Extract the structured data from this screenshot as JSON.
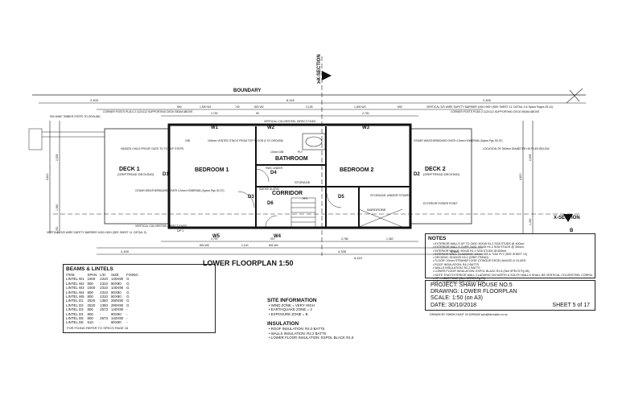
{
  "plan": {
    "title": "LOWER FLOORPLAN 1:50",
    "boundary_label": "BOUNDARY",
    "x_section_top": "X-SECTION",
    "x_section_top_letter": "A",
    "x_section_right": "X-SECTION",
    "x_section_right_letter": "B",
    "rooms": {
      "bedroom1": "BEDROOM 1",
      "bedroom2": "BEDROOM 2",
      "bathroom": "BATHROOM",
      "corridor": "CORRIDOR",
      "deck1": "DECK 1",
      "deck1_sub": "(GRIPTREAD DECKING)",
      "deck2": "DECK 2",
      "deck2_sub": "(GRIPTREAD DECKING)",
      "storage": "STORAGE",
      "storage_under_stairs": "STORAGE UNDER STAIRS",
      "wardrobe": "WARDROBE"
    },
    "windows": [
      "W1",
      "W2",
      "W3",
      "W4",
      "W5"
    ],
    "doors": [
      "D1",
      "D2",
      "D3",
      "D4",
      "D5",
      "D6"
    ],
    "dims_top_outer": [
      "2,400",
      "6,115",
      "2,400"
    ],
    "dims_top_windows": [
      "690",
      "1,500 W1",
      "740",
      "800 W2",
      "2,105",
      "1,500 W3",
      "690"
    ],
    "dims_top_inner": [
      "2,700",
      "90",
      "2,730"
    ],
    "dims_bottom_windows": [
      "800 W5",
      "1,140",
      "800 W4"
    ],
    "dims_bottom_inner": [
      "2,700",
      "907",
      "2,786",
      "1,362"
    ],
    "dims_bottom_outer": [
      "2,400",
      "4,335",
      "6,115",
      "2,400"
    ],
    "dims_left": [
      "4,800",
      "2,535",
      "1,560",
      "1,030"
    ],
    "dims_right": [
      "4,800",
      "2,635",
      "1,060"
    ],
    "annotations": {
      "steps_left": "900 WIDE TIMBER STEPS TO GROUND",
      "corner_posts_left": "CORNER POSTS PL/8-0.2 112X112 SUPPORTING DECK BEAM ABOVE",
      "corner_posts_right": "CORNER POSTS PL8/0.2 112X112 SUPPORTING DECK BEAM ABOVE",
      "safety_top": "VERTICAL S/S WIRE SAFETY BARRIER 1000-HIGH (SEE SHEET 11, DETAIL 9 & Specs Pages 39-41)",
      "vertical_colorsteel": "VERTICAL COLORSTEEL DIRECT-FIXED",
      "child_gate": "HINGED CHILD PROOF GATE TO TOP OF STEPS",
      "vented_stack": "100mm VENTED STACK FROM TOP FLOOR & TO GROUND",
      "cedar_left": "CEDAR WEATHERBOARD OVER 4.5mm HOMERAB (Specs Pgs 30-37)",
      "cedar_right": "CEDAR WEATHERBOARD OVER 4.5mm HOMERAB (Specs Pgs 30-37)",
      "location_piles": "LOCATION OF 250mm DIAMETER H5 PILES BELOW",
      "safety_bottom": "VERTICAL S/S WIRE SAFETY BARRIER 1000-HIGH (SEE SHEET 11, DETAIL 9)",
      "colorsteel_bottom": "VERTICAL COLORSTEEL DIRECT-FIXED",
      "smoke_alarm": "SMOKE ALARM",
      "exterior_power": "EXTERIOR POWER POINT",
      "hwc": "HWC UNDER",
      "hp1": "HP1",
      "gib": "GIB",
      "ply": "PLY",
      "gib_10": "10mm GIB",
      "dp1": "D/P 1"
    }
  },
  "notes": {
    "title": "NOTES",
    "items": [
      "• EXTERIOR WALLS UP TO 2400: 90X45 H1.2 SG8 STUDS @ 400cm.",
      "• EXTERIOR WALLS OVER 2400: 90X45 H1.2 SG8 STUDS @ 300cm.",
      "• INTERIOR WALLS: 90X45 H1.2 SG8 STUDS @ 600cm.",
      "• INTERIOR WALL CLADDING: 10mm GIB & 7mm PLY (SEE SHEET 13)",
      "• DECKING: 5100X25 H3.2 (GRIP-TREAD)",
      "• FLOOR: 20mm STRANDFLOOR (TONGUE EDGE) NAILED & GLUED",
      "• ROOF INSULATION: R4.0 BATTS",
      "• WALLS INSULATION: R2.2 BATTS",
      "• LOWER FLOOR INSULATION: EXPOL BLACK R1.8 (See SPECS Pg 38)",
      "• NOTE THAT EXTERIOR WALL CLADDING ON NORTH & SOUTH WALLS SHALL BE VERTICAL COLORSTEEL CORRUGATED DIRECT FIXED OVER BUILDING WRAP. WEST & SOUTH WALLS SHALL HAVE CEDAR WEATHERBOARD OVER 4.5mm HOMERAB (Specs Pgs 30-37)",
      "• HP = HEAT PUMP (See SPECS Pg 71)",
      "• DP = DOWNPIPE (See SPECS Pg 40)"
    ]
  },
  "project": {
    "project": "PROJECT: SHAW HOUSE NO.5",
    "drawing": "DRAWING: LOWER FLOORPLAN",
    "scale": "SCALE: 1:50 (on A3)",
    "date": "DATE: 30/10/2018",
    "sheet": "SHEET 5 of 17",
    "drawn_by": "DRAWN BY SIMON HUNT 03 5259400 sph@farmaids.co.nz"
  },
  "beams": {
    "title": "BEAMS & LINTELS",
    "headers": [
      "ITEM",
      "SPAN",
      "L/D",
      "SIZE",
      "FIXING"
    ],
    "rows": [
      [
        "LINTEL W1",
        "1500",
        "2310",
        "140X90",
        "G"
      ],
      [
        "LINTEL W2",
        "800",
        "2310",
        "90X90",
        "G"
      ],
      [
        "LINTEL W3",
        "1500",
        "2310",
        "140X90",
        "G"
      ],
      [
        "LINTEL W4",
        "800",
        "2310",
        "90X90",
        "G"
      ],
      [
        "LINTEL W5",
        "800",
        "2310",
        "90X90",
        "G"
      ],
      [
        "LINTEL D1",
        "2520",
        "1350",
        "290X90",
        "G"
      ],
      [
        "LINTEL D2",
        "2520",
        "1350",
        "290X90",
        "G"
      ],
      [
        "LINTEL D3",
        "800",
        "2573",
        "140X90",
        "-"
      ],
      [
        "LINTEL D4",
        "800",
        "-",
        "90X90",
        "-"
      ],
      [
        "LINTEL D5",
        "800",
        "2573",
        "140X90",
        "-"
      ],
      [
        "LINTEL D6",
        "510",
        "-",
        "90X90",
        "-"
      ]
    ],
    "footer": "FOR FIXING REFER TO SPECS PAGE 16"
  },
  "site": {
    "title": "SITE INFORMATION",
    "items": [
      "• WIND ZONE = VERY HIGH",
      "• EARTHQUAKE ZONE = 2",
      "• EXPOSURE ZONE = B"
    ],
    "ins_title": "INSULATION",
    "ins_items": [
      "• ROOF INSULATION: R4.0 BATTS",
      "• WALLS INSULATION: R2.2 BATTS",
      "• LOWER FLOOR INSULATION: EXPOL BLACK R1.8"
    ]
  }
}
